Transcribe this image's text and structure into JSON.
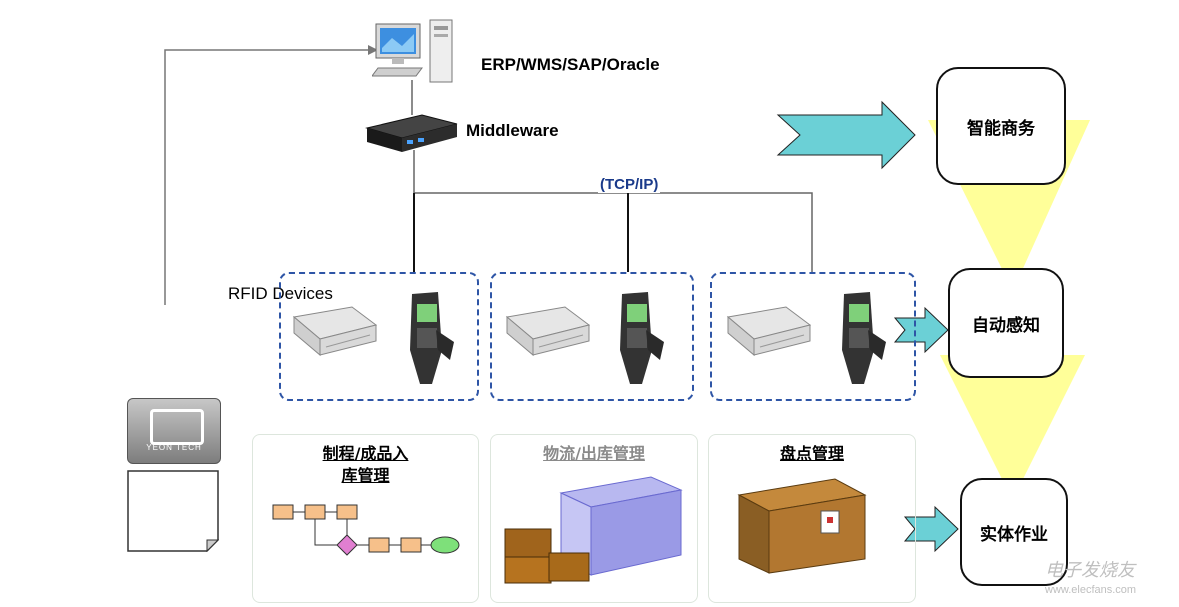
{
  "system_label": "ERP/WMS/SAP/Oracle",
  "middleware_label": "Middleware",
  "network_label": "(TCP/IP)",
  "rfid_label": "RFID Devices",
  "levels": [
    {
      "label": "智能商务"
    },
    {
      "label": "自动感知"
    },
    {
      "label": "实体作业"
    }
  ],
  "panels": [
    {
      "title_line1": "制程/成品入",
      "title_line2": "库管理"
    },
    {
      "title": "物流/出库管理"
    },
    {
      "title": "盘点管理"
    }
  ],
  "tag_text": [
    "YEON",
    "TECH"
  ],
  "watermark": "电子发烧友",
  "watermark_url": "www.elecfans.com"
}
